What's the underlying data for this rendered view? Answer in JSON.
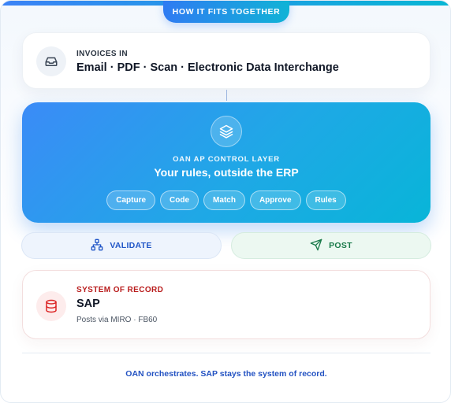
{
  "header": {
    "label": "HOW IT FITS TOGETHER"
  },
  "invoices": {
    "label": "INVOICES IN",
    "value": "Email · PDF · Scan · Electronic Data Interchange",
    "icon": "inbox-icon"
  },
  "layer": {
    "kicker": "OAN AP CONTROL LAYER",
    "title": "Your rules, outside the ERP",
    "icon": "layers-icon",
    "chips": [
      "Capture",
      "Code",
      "Match",
      "Approve",
      "Rules"
    ]
  },
  "actions": {
    "validate": {
      "label": "VALIDATE",
      "icon": "hierarchy-icon",
      "color": "#2156c7"
    },
    "post": {
      "label": "POST",
      "icon": "send-icon",
      "color": "#1a7a4a"
    }
  },
  "system_of_record": {
    "label": "SYSTEM OF RECORD",
    "title": "SAP",
    "subtitle": "Posts via MIRO · FB60",
    "icon": "database-icon",
    "color": "#b91c1c"
  },
  "footer": {
    "text": "OAN orchestrates. SAP stays the system of record."
  },
  "colors": {
    "accent_start": "#3b82f6",
    "accent_end": "#06b6d4"
  }
}
